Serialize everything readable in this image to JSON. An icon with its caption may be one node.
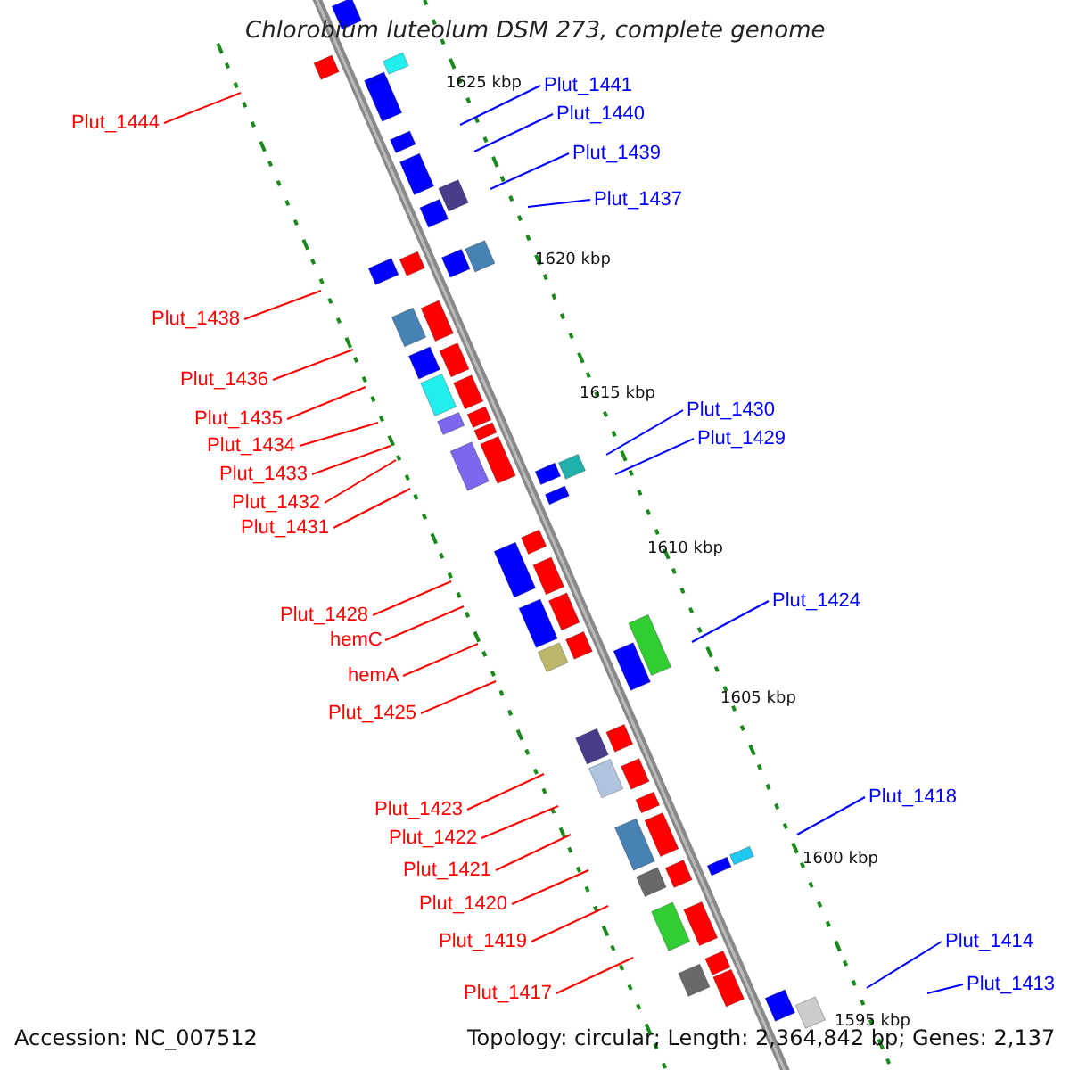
{
  "diagram": {
    "title": "Chlorobium luteolum DSM 273, complete genome",
    "nodes": [
      {
        "text": [
          "Plut_1441"
        ]
      },
      {
        "text": [
          "Plut_1440"
        ]
      },
      {
        "text": [
          "Plut_1444"
        ]
      },
      {
        "text": [
          "Plut_1439"
        ]
      },
      {
        "text": [
          "Plut_1437"
        ]
      },
      {
        "text": [
          "Plut_1438"
        ]
      },
      {
        "text": [
          "Plut_1436"
        ]
      },
      {
        "text": [
          "Plut_1430"
        ]
      },
      {
        "text": [
          "Plut_1435"
        ]
      },
      {
        "text": [
          "Plut_1429"
        ]
      },
      {
        "text": [
          "Plut_1434"
        ]
      },
      {
        "text": [
          "Plut_1433"
        ]
      },
      {
        "text": [
          "Plut_1432"
        ]
      },
      {
        "text": [
          "Plut_1431"
        ]
      },
      {
        "text": [
          "Plut_1424"
        ]
      },
      {
        "text": [
          "Plut_1428"
        ]
      },
      {
        "text": [
          "hemC"
        ]
      },
      {
        "text": [
          "hemA"
        ]
      },
      {
        "text": [
          "Plut_1425"
        ]
      },
      {
        "text": [
          "Plut_1418"
        ]
      },
      {
        "text": [
          "Plut_1423"
        ]
      },
      {
        "text": [
          "Plut_1422"
        ]
      },
      {
        "text": [
          "Plut_1421"
        ]
      },
      {
        "text": [
          "Plut_1420"
        ]
      },
      {
        "text": [
          "Plut_1419"
        ]
      },
      {
        "text": [
          "Plut_1414"
        ]
      },
      {
        "text": [
          "Plut_1413"
        ]
      },
      {
        "text": [
          "Plut_1417"
        ]
      }
    ],
    "edges": [
      {
        "from": 0,
        "to": null,
        "arrow": "none",
        "color": "#0000ff"
      },
      {
        "from": 1,
        "to": null,
        "arrow": "none",
        "color": "#0000ff"
      },
      {
        "from": 2,
        "to": null,
        "arrow": "none"
      },
      {
        "from": 3,
        "to": null,
        "arrow": "none",
        "color": "#0000ff"
      },
      {
        "from": 4,
        "to": null,
        "arrow": "none",
        "color": "#0000ff"
      },
      {
        "from": 5,
        "to": null,
        "arrow": "none"
      },
      {
        "from": 6,
        "to": null,
        "arrow": "none"
      },
      {
        "from": 7,
        "to": null,
        "arrow": "none",
        "color": "#0000ff"
      },
      {
        "from": 8,
        "to": null,
        "arrow": "none"
      },
      {
        "from": 9,
        "to": null,
        "arrow": "none",
        "color": "#0000ff"
      },
      {
        "from": 10,
        "to": null,
        "arrow": "none"
      },
      {
        "from": 11,
        "to": null,
        "arrow": "none"
      },
      {
        "from": 12,
        "to": null,
        "arrow": "none"
      },
      {
        "from": 13,
        "to": null,
        "arrow": "none"
      },
      {
        "from": 14,
        "to": null,
        "arrow": "none",
        "color": "#0000ff"
      },
      {
        "from": 15,
        "to": null,
        "arrow": "none"
      },
      {
        "from": 16,
        "to": null,
        "arrow": "none"
      },
      {
        "from": 17,
        "to": null,
        "arrow": "none"
      },
      {
        "from": 18,
        "to": null,
        "arrow": "none"
      },
      {
        "from": 19,
        "to": null,
        "arrow": "none",
        "color": "#0000ff"
      },
      {
        "from": 20,
        "to": null,
        "arrow": "none"
      },
      {
        "from": 21,
        "to": null,
        "arrow": "none"
      },
      {
        "from": 22,
        "to": null,
        "arrow": "none"
      },
      {
        "from": 23,
        "to": null,
        "arrow": "none"
      },
      {
        "from": 24,
        "to": null,
        "arrow": "none"
      },
      {
        "from": 25,
        "to": null,
        "arrow": "none",
        "color": "#0000ff"
      },
      {
        "from": 26,
        "to": null,
        "arrow": "none",
        "color": "#0000ff"
      },
      {
        "from": 27,
        "to": null,
        "arrow": "none"
      }
    ],
    "labels": [
      "1625 kbp",
      "1620 kbp",
      "1615 kbp",
      "1610 kbp",
      "1605 kbp",
      "1600 kbp",
      "1595 kbp",
      "Accession: NC_007512",
      "Topology: circular; Length: 2,364,842 bp; Genes: 2,137"
    ]
  }
}
